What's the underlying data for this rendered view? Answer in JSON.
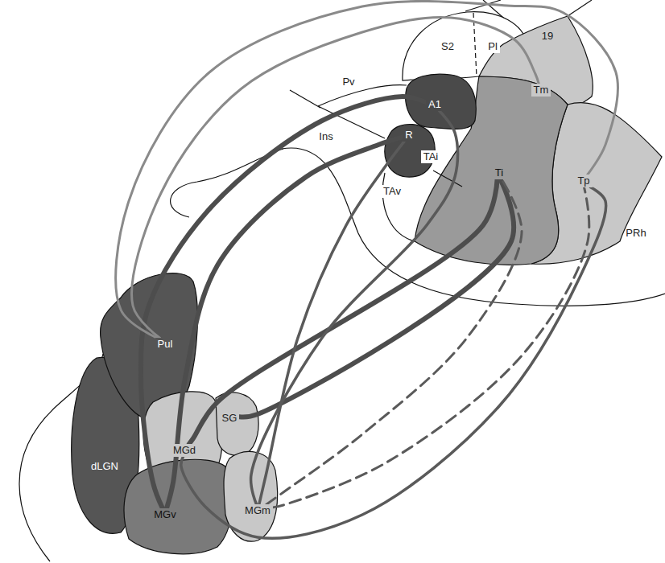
{
  "diagram": {
    "nodes": [
      {
        "text": [
          "S2"
        ]
      },
      {
        "text": [
          "Pl"
        ]
      },
      {
        "text": [
          "Tm"
        ]
      },
      {
        "text": [
          "A1"
        ]
      },
      {
        "text": [
          "R"
        ]
      },
      {
        "text": [
          "TAi"
        ]
      },
      {
        "text": [
          "Ti"
        ]
      },
      {
        "text": [
          "TAv"
        ]
      },
      {
        "text": [
          "Tp"
        ]
      },
      {
        "text": [
          "Pul"
        ]
      },
      {
        "text": [
          "dLGN"
        ]
      },
      {
        "text": [
          "MGd"
        ]
      },
      {
        "text": [
          "SG"
        ]
      },
      {
        "text": [
          "MGv"
        ]
      },
      {
        "text": [
          "MGm"
        ]
      }
    ],
    "edges": [
      {
        "from": 13,
        "to": 3,
        "arrow": "none"
      },
      {
        "from": 13,
        "to": 4,
        "arrow": "none"
      },
      {
        "from": 9,
        "to": 2,
        "arrow": "none"
      },
      {
        "from": 9,
        "to": 8,
        "arrow": "none"
      },
      {
        "from": 11,
        "to": 6,
        "arrow": "none"
      },
      {
        "from": 12,
        "to": 6,
        "arrow": "none"
      },
      {
        "from": 14,
        "to": 3,
        "arrow": "none"
      },
      {
        "from": 14,
        "to": 4,
        "arrow": "none"
      },
      {
        "from": 14,
        "to": 6,
        "arrow": "none"
      },
      {
        "from": 14,
        "to": 8,
        "arrow": "none"
      },
      {
        "from": 11,
        "to": 8,
        "arrow": "none"
      }
    ],
    "labels": [
      "Pv",
      "Ins",
      "19",
      "PRh"
    ]
  }
}
